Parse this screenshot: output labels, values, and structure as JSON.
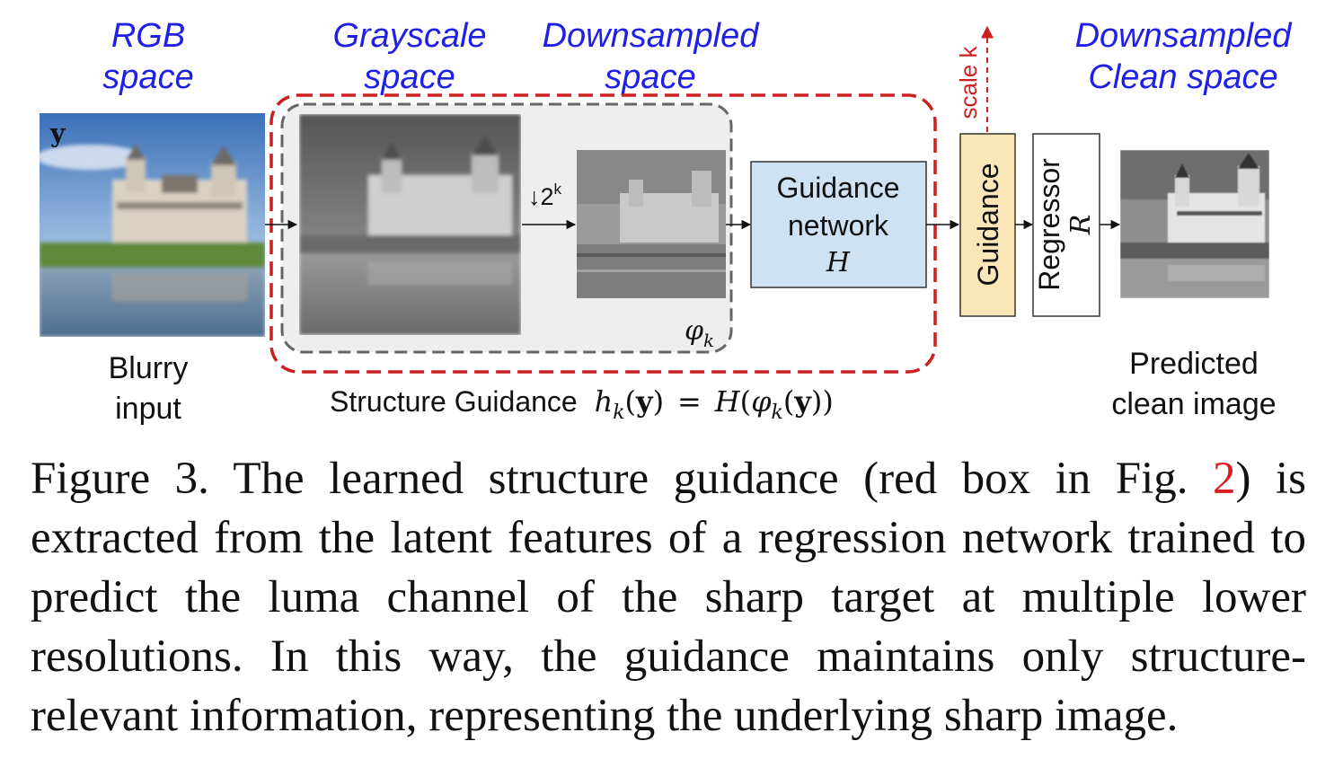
{
  "space_labels": {
    "rgb": [
      "RGB",
      "space"
    ],
    "grayscale": [
      "Grayscale",
      "space"
    ],
    "downsampled": [
      "Downsampled",
      "space"
    ],
    "downsampled_clean": [
      "Downsampled",
      "Clean space"
    ]
  },
  "input": {
    "symbol": "y",
    "caption": [
      "Blurry",
      "input"
    ]
  },
  "downsample_op": {
    "arrow": "↓",
    "base": "2",
    "exp": "k"
  },
  "phi_label": {
    "symbol": "φ",
    "sub": "k"
  },
  "guidance_network": {
    "line1": "Guidance",
    "line2": "network",
    "symbol": "H"
  },
  "guidance_box": {
    "label": "Guidance"
  },
  "scale_label": "scale k",
  "regressor": {
    "label": "Regressor",
    "symbol": "R"
  },
  "output": {
    "caption": [
      "Predicted",
      "clean image"
    ]
  },
  "structure_guidance": {
    "text": "Structure Guidance",
    "h": "h",
    "h_sub": "k",
    "arg": "y",
    "eq": "=",
    "H": "H",
    "phi": "φ",
    "phi_sub": "k"
  },
  "caption": {
    "prefix": "Figure 3. The learned structure guidance (red box in Fig. ",
    "ref": "2",
    "suffix": ") is extracted from the latent features of a regression network trained to predict the luma channel of the sharp target at multiple lower resolutions. In this way, the guidance maintains only structure-relevant information, representing the underlying sharp image."
  },
  "colors": {
    "label_blue": "#1f1fe6",
    "red_dash": "#cc1f1f",
    "guidance_net_fill": "#cfe2f3",
    "guidance_fill": "#fbe6b8",
    "gray_box_fill": "#eeeeee"
  }
}
